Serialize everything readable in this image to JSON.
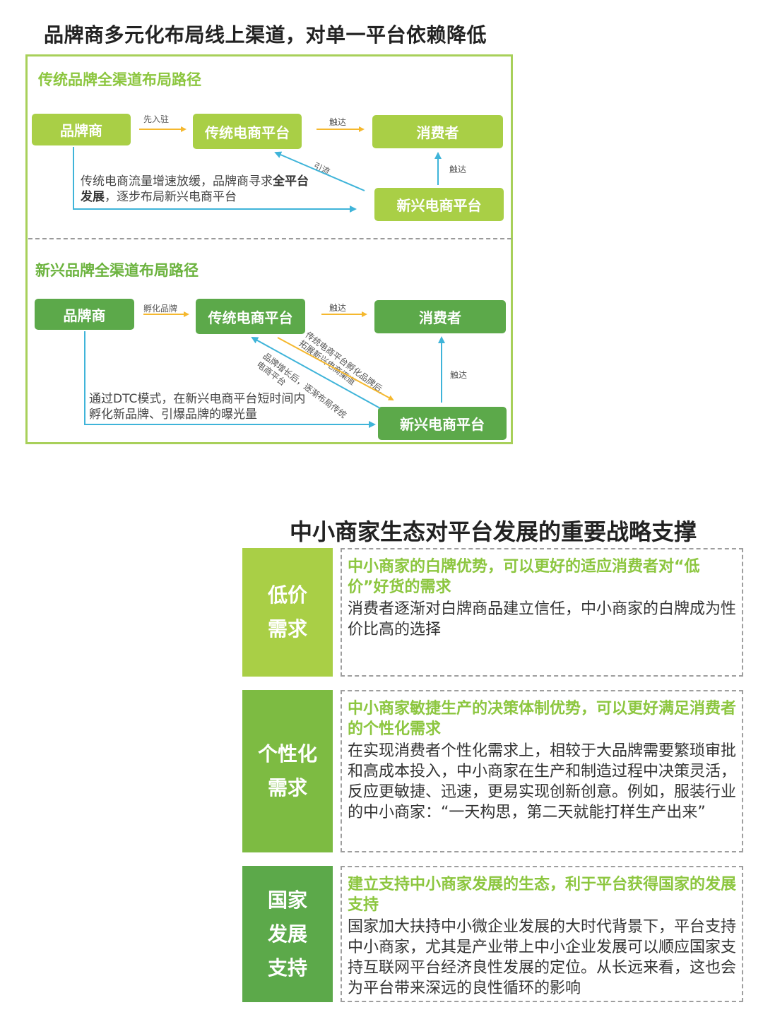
{
  "top": {
    "title": "品牌商多元化布局线上渠道，对单一平台依赖降低",
    "section1": {
      "title": "传统品牌全渠道布局路径",
      "boxes": {
        "brand": "品牌商",
        "traditional": "传统电商平台",
        "consumer": "消费者",
        "emerging": "新兴电商平台"
      },
      "labels": {
        "settle_first": "先入驻",
        "reach1": "触达",
        "guide": "引流",
        "reach2": "触达"
      },
      "note_plain1": "传统电商流量增速放缓，品牌商寻求",
      "note_bold": "全平台发展",
      "note_plain2": "，逐步布局新兴电商平台"
    },
    "section2": {
      "title": "新兴品牌全渠道布局路径",
      "boxes": {
        "brand": "品牌商",
        "traditional": "传统电商平台",
        "consumer": "消费者",
        "emerging": "新兴电商平台"
      },
      "labels": {
        "incubate": "孵化品牌",
        "reach1": "触达",
        "diag_upper": [
          "传统电商平台孵化品牌后,",
          "拓展新兴电商渠道"
        ],
        "diag_lower": [
          "品牌增长后，逐渐布局传统",
          "电商平台"
        ],
        "reach2": "触达"
      },
      "note": "通过DTC模式，在新兴电商平台短时间内孵化新品牌、引爆品牌的曝光量"
    }
  },
  "bottom": {
    "title": "中小商家生态对平台发展的重要战略支撑",
    "rows": [
      {
        "side": [
          "低价",
          "需求"
        ],
        "head": "中小商家的白牌优势，可以更好的适应消费者对“低价”好货的需求",
        "body": "消费者逐渐对白牌商品建立信任，中小商家的白牌成为性价比高的选择"
      },
      {
        "side": [
          "个性化",
          "需求"
        ],
        "head": "中小商家敏捷生产的决策体制优势，可以更好满足消费者的个性化需求",
        "body": "在实现消费者个性化需求上，相较于大品牌需要繁琐审批和高成本投入，中小商家在生产和制造过程中决策灵活，反应更敏捷、迅速，更易实现创新创意。例如，服装行业的中小商家：“一天构思，第二天就能打样生产出来”"
      },
      {
        "side": [
          "国家",
          "发展",
          "支持"
        ],
        "head": "建立支持中小商家发展的生态，利于平台获得国家的发展支持",
        "body": "国家加大扶持中小微企业发展的大时代背景下，平台支持中小商家，尤其是产业带上中小企业发展可以顺应国家支持互联网平台经济良性发展的定位。从长远来看，这也会为平台带来深远的良性循环的影响"
      }
    ]
  },
  "colors": {
    "light_green": "#a9cf46",
    "mid_green": "#7dbb42",
    "dark_green": "#5ca94a",
    "arrow_yellow": "#f5b82e",
    "arrow_blue": "#3fb4d9"
  }
}
